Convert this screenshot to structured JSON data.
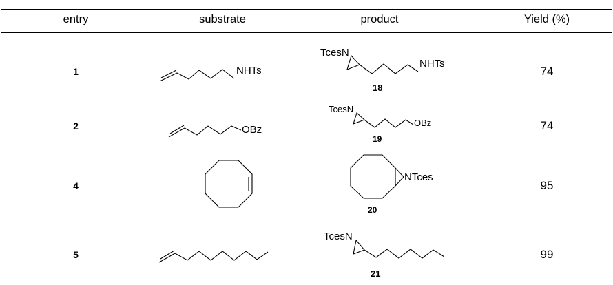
{
  "table": {
    "headers": {
      "entry": "entry",
      "substrate": "substrate",
      "product": "product",
      "yield": "Yield (%)"
    },
    "rows": [
      {
        "entry": "1",
        "substrate_group": "NHTs",
        "product_group_left": "TcesN",
        "product_group_right": "NHTs",
        "compound": "18",
        "yield": "74"
      },
      {
        "entry": "2",
        "substrate_group": "OBz",
        "product_group_left": "TcesN",
        "product_group_right": "OBz",
        "compound": "19",
        "yield": "74"
      },
      {
        "entry": "4",
        "substrate_group": "",
        "product_group_left": "",
        "product_group_right": "NTces",
        "compound": "20",
        "yield": "95"
      },
      {
        "entry": "5",
        "substrate_group": "",
        "product_group_left": "TcesN",
        "product_group_right": "",
        "compound": "21",
        "yield": "99"
      }
    ]
  }
}
